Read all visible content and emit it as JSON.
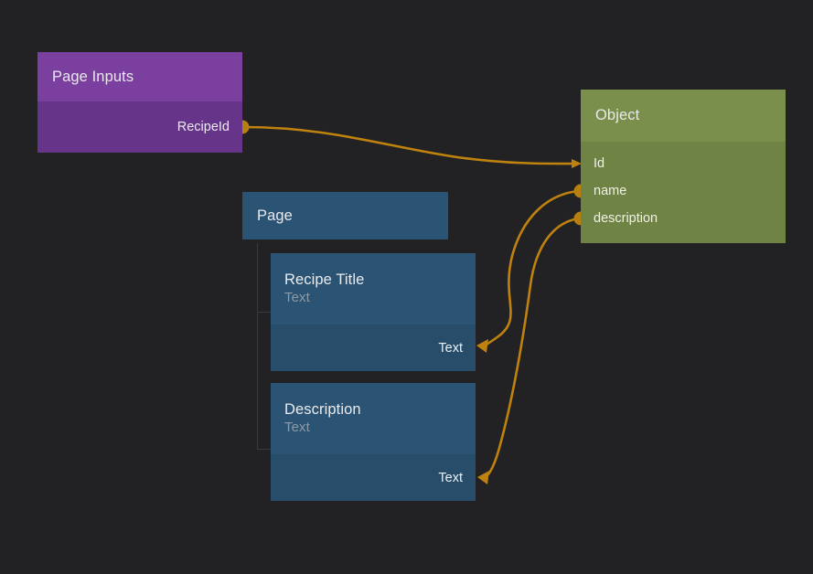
{
  "canvas": {
    "background": "#222224",
    "accent_wire_color": "#c0820f"
  },
  "nodes": {
    "page_inputs": {
      "title": "Page Inputs",
      "color_header": "#7b3fa0",
      "color_body": "#66358a",
      "outputs": [
        {
          "label": "RecipeId",
          "port": "output-port"
        }
      ]
    },
    "object": {
      "title": "Object",
      "color_header": "#7b8f4c",
      "color_body": "#6f8344",
      "fields": [
        {
          "label": "Id",
          "port": "input-arrow"
        },
        {
          "label": "name",
          "port": "output-dot"
        },
        {
          "label": "description",
          "port": "output-dot"
        }
      ]
    },
    "page": {
      "title": "Page",
      "color_header": "#2b5374"
    },
    "recipe_title_card": {
      "title": "Recipe Title",
      "subtitle": "Text",
      "slot_label": "Text",
      "color_header": "#2b5374",
      "color_body": "#274d6b"
    },
    "description_card": {
      "title": "Description",
      "subtitle": "Text",
      "slot_label": "Text",
      "color_header": "#2b5374",
      "color_body": "#274d6b"
    }
  },
  "connections": [
    {
      "from": "page_inputs.RecipeId",
      "to": "object.Id"
    },
    {
      "from": "object.name",
      "to": "recipe_title_card.Text"
    },
    {
      "from": "object.description",
      "to": "description_card.Text"
    }
  ]
}
